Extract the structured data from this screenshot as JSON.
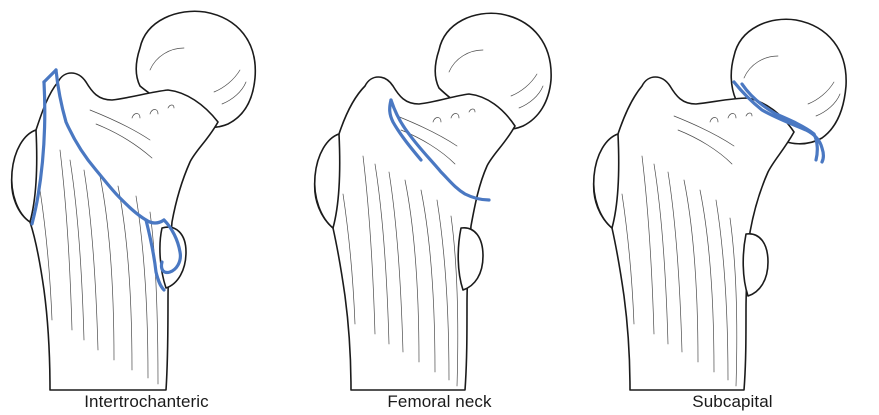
{
  "panels": [
    {
      "caption": "Intertrochanteric"
    },
    {
      "caption": "Femoral neck"
    },
    {
      "caption": "Subcapital"
    }
  ],
  "colors": {
    "fracture_line": "#4a78c2",
    "bone_outline": "#1b1b1b",
    "caption_text": "#1a1a1a"
  }
}
